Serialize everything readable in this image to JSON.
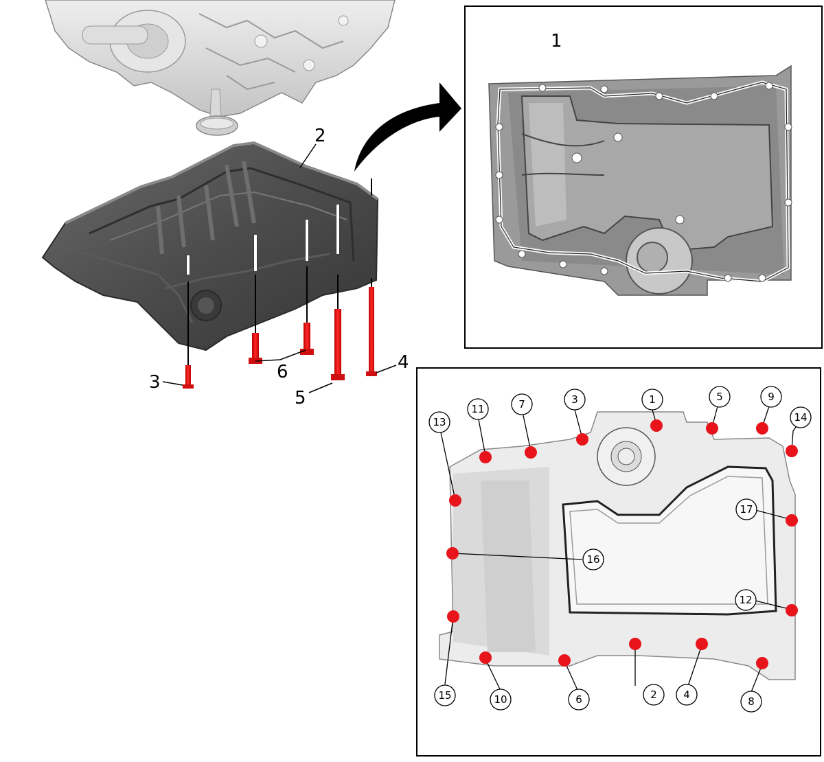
{
  "diagram": {
    "callouts": {
      "pan_gasket": "1",
      "oil_pan": "2",
      "bolt_front": "3",
      "bolt_rear_long": "4",
      "bolt_long": "5",
      "bolts_medium": "6"
    },
    "tightening_sequence": [
      "1",
      "2",
      "3",
      "4",
      "5",
      "6",
      "7",
      "8",
      "9",
      "10",
      "11",
      "12",
      "13",
      "14",
      "15",
      "16",
      "17"
    ]
  },
  "colors": {
    "bolt_red": "#e8141c",
    "pan_dark": "#4a4a4a",
    "engine_light": "#d6d6d6",
    "frame": "#000000"
  }
}
